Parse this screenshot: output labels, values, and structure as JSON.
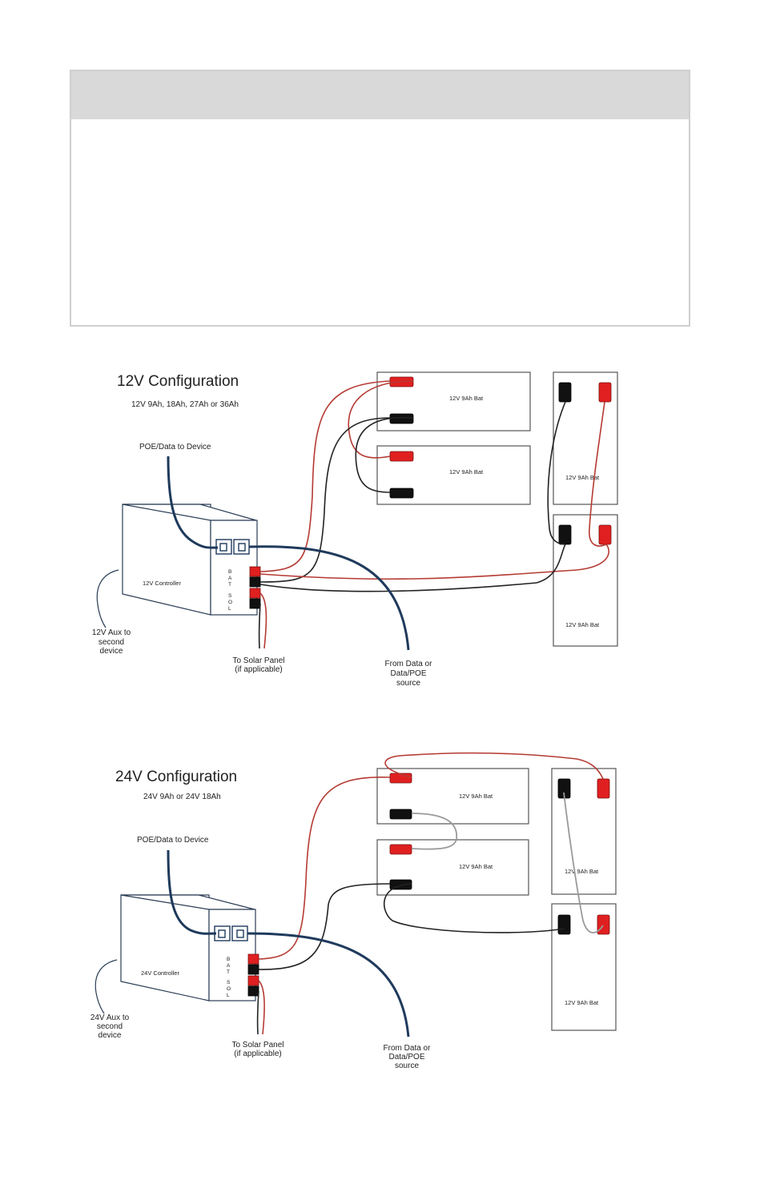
{
  "diagram12": {
    "title": "12V Configuration",
    "subtitle": "12V 9Ah, 18Ah, 27Ah or 36Ah",
    "poe_label": "POE/Data to Device",
    "controller_label": "12V Controller",
    "aux_label": [
      "12V Aux to",
      "second",
      "device"
    ],
    "solar_label": [
      "To Solar Panel",
      "(if applicable)"
    ],
    "source_label": [
      "From Data or",
      "Data/POE",
      "source"
    ],
    "bat_letters": [
      "B",
      "A",
      "T"
    ],
    "sol_letters": [
      "S",
      "O",
      "L"
    ],
    "battery_label": "12V 9Ah Bat",
    "battery_label_cut": "12V 9Ah Bat"
  },
  "diagram24": {
    "title": "24V Configuration",
    "subtitle": "24V 9Ah or 24V 18Ah",
    "poe_label": "POE/Data to Device",
    "controller_label": "24V Controller",
    "aux_label": [
      "24V Aux to",
      "second",
      "device"
    ],
    "solar_label": [
      "To Solar Panel",
      "(if applicable)"
    ],
    "source_label": [
      "From Data or",
      "Data/POE",
      "source"
    ],
    "bat_letters": [
      "B",
      "A",
      "T"
    ],
    "sol_letters": [
      "S",
      "O",
      "L"
    ],
    "battery_label": "12V 9Ah Bat"
  },
  "colors": {
    "red_wire": "#b53a33",
    "black_wire": "#222222",
    "data_cable": "#1f3a5c",
    "gray_wire": "#9a9a9a",
    "terminal_red": "#e02020",
    "header_bar": "#d9d9d9"
  }
}
